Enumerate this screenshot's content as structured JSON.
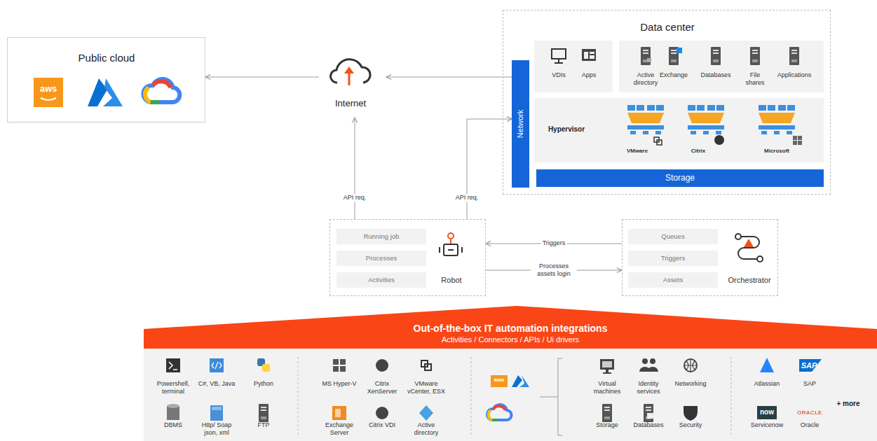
{
  "diagram": {
    "nodes": [
      {
        "text": [
          "Public cloud"
        ]
      },
      {
        "text": [
          "Internet"
        ]
      },
      {
        "text": [
          "Data center"
        ]
      },
      {
        "text": [
          "Network"
        ],
        "in": 2
      },
      {
        "text": [
          "VDIs",
          "Apps"
        ],
        "in": 2
      },
      {
        "text": [
          "Active directory",
          "Exchange",
          "Databases",
          "File shares",
          "Applications"
        ],
        "in": 2
      },
      {
        "text": [
          "Hypervisor",
          "VMware",
          "Citrix",
          "Microsoft"
        ],
        "in": 2
      },
      {
        "text": [
          "Storage"
        ],
        "in": 2
      },
      {
        "text": [
          "Robot"
        ]
      },
      {
        "text": [
          "Running job"
        ],
        "in": 8
      },
      {
        "text": [
          "Processes"
        ],
        "in": 8
      },
      {
        "text": [
          "Activities"
        ],
        "in": 8
      },
      {
        "text": [
          "Orchestrator"
        ]
      },
      {
        "text": [
          "Queues"
        ],
        "in": 12
      },
      {
        "text": [
          "Triggers"
        ],
        "in": 12
      },
      {
        "text": [
          "Assets"
        ],
        "in": 12
      },
      {
        "text": [
          "Out-of-the-box IT automation integrations",
          "Activities / Connectors / APIs / Ui drivers"
        ]
      },
      {
        "text": [
          "Powershell, terminal",
          "C#, VB, Java",
          "Python",
          "MS Hyper-V",
          "Citrix XenServer",
          "VMware vCenter, ESX",
          "Virtual machines",
          "Identity services",
          "Networking",
          "Atlassian",
          "SAP",
          "+ more",
          "DBMS",
          "Http/ Soap json, xml",
          "FTP",
          "Exchange Server",
          "Citrix VDI",
          "Active directory",
          "Storage",
          "Databases",
          "Security",
          "Servicenow",
          "Oracle"
        ]
      }
    ],
    "edges": [
      {
        "from": 3,
        "to": 1,
        "arrow": "to"
      },
      {
        "from": 1,
        "to": 0,
        "arrow": "to"
      },
      {
        "from": 8,
        "to": 1,
        "label": "API req.",
        "arrow": "to"
      },
      {
        "from": 8,
        "to": 3,
        "label": "API req.",
        "arrow": "to"
      },
      {
        "from": 12,
        "to": 8,
        "label": "Triggers",
        "arrow": "to"
      },
      {
        "from": 8,
        "to": 12,
        "label": "Processes assets login",
        "arrow": "to"
      }
    ],
    "labels": [
      "aws",
      "aws",
      "SAP",
      "now",
      "ORACLE"
    ]
  }
}
